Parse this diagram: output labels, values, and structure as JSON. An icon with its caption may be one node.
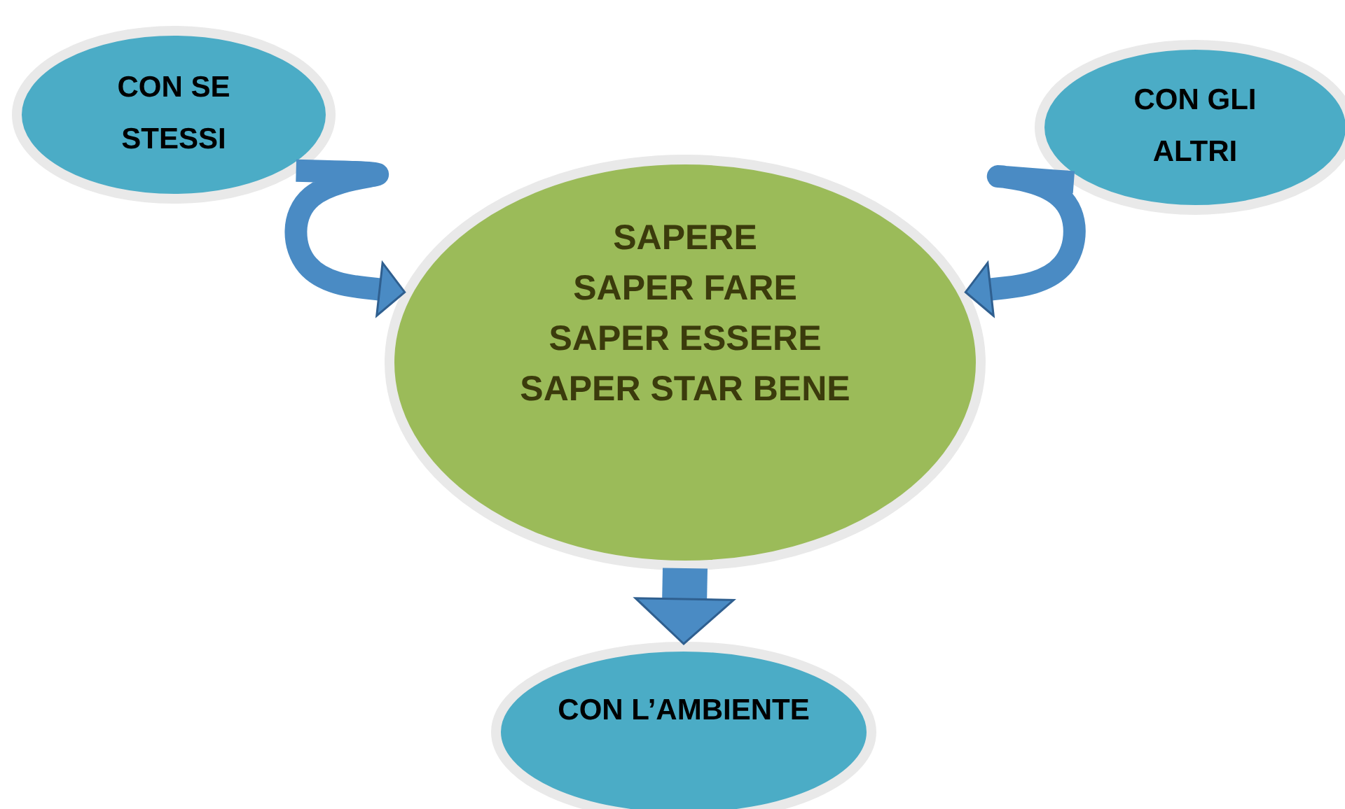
{
  "diagram": {
    "nodes": [
      {
        "text": [
          "CON SE STESSI"
        ]
      },
      {
        "text": [
          "CON GLI ALTRI"
        ]
      },
      {
        "text": [
          "SAPERE",
          "SAPER FARE",
          "SAPER ESSERE",
          "SAPER STAR BENE"
        ]
      },
      {
        "text": [
          "CON L’AMBIENTE"
        ]
      }
    ],
    "edges": [
      {
        "from": 0,
        "to": 2,
        "arrow": "to"
      },
      {
        "from": 1,
        "to": 2,
        "arrow": "to"
      },
      {
        "from": 2,
        "to": 3,
        "arrow": "to",
        "style": "thick"
      }
    ]
  }
}
